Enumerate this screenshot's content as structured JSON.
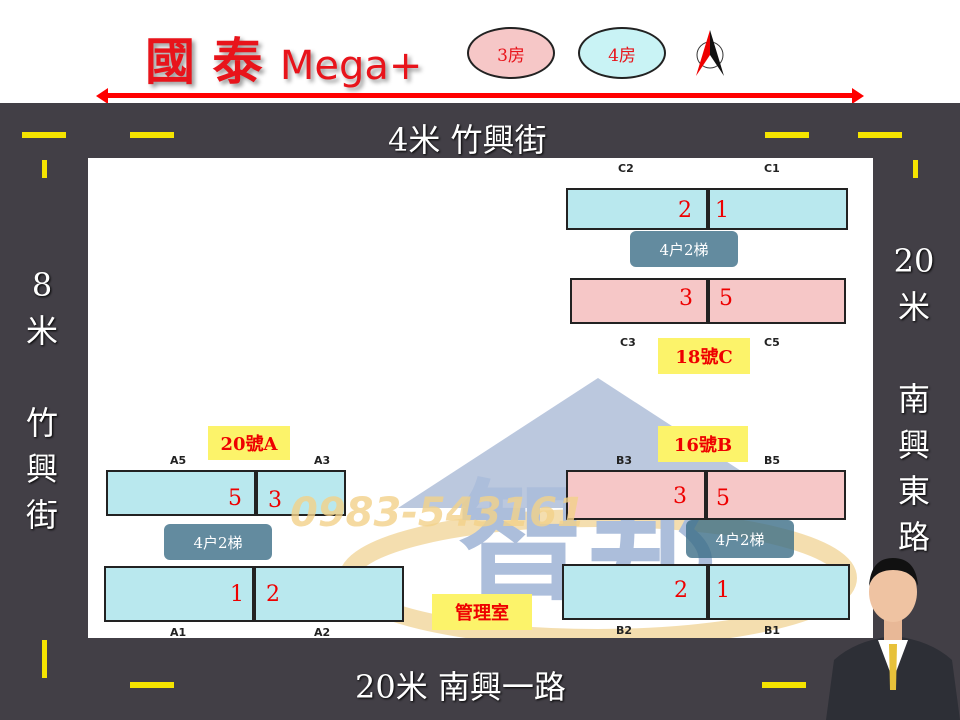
{
  "title": {
    "main": "國 泰",
    "suffix": "Mega+"
  },
  "legend": {
    "three_room": "3房",
    "four_room": "4房",
    "three_color": "#f6c7c7",
    "four_color": "#c9f3f5"
  },
  "compass": "north-arrow-icon",
  "roads": {
    "top": "4米  竹興街",
    "bottom": "20米  南興一路",
    "left": [
      "8",
      "米",
      "",
      "竹",
      "興",
      "街"
    ],
    "right": [
      "20",
      "米",
      "",
      "南",
      "興",
      "東",
      "路"
    ]
  },
  "buildings": {
    "C": {
      "tag": "18號C",
      "codes": [
        "C2",
        "C1",
        "C3",
        "C5"
      ],
      "units": [
        "2",
        "1",
        "3",
        "5"
      ],
      "core": "4户2梯"
    },
    "A": {
      "tag": "20號A",
      "codes": [
        "A5",
        "A3",
        "A1",
        "A2"
      ],
      "units": [
        "5",
        "3",
        "1",
        "2"
      ],
      "core": "4户2梯"
    },
    "B": {
      "tag": "16號B",
      "codes": [
        "B3",
        "B5",
        "B2",
        "B1"
      ],
      "units": [
        "3",
        "5",
        "2",
        "1"
      ],
      "core": "4户2梯"
    }
  },
  "management": "管理室",
  "watermark": {
    "logo": "智邦",
    "phone": "0983-543161"
  }
}
